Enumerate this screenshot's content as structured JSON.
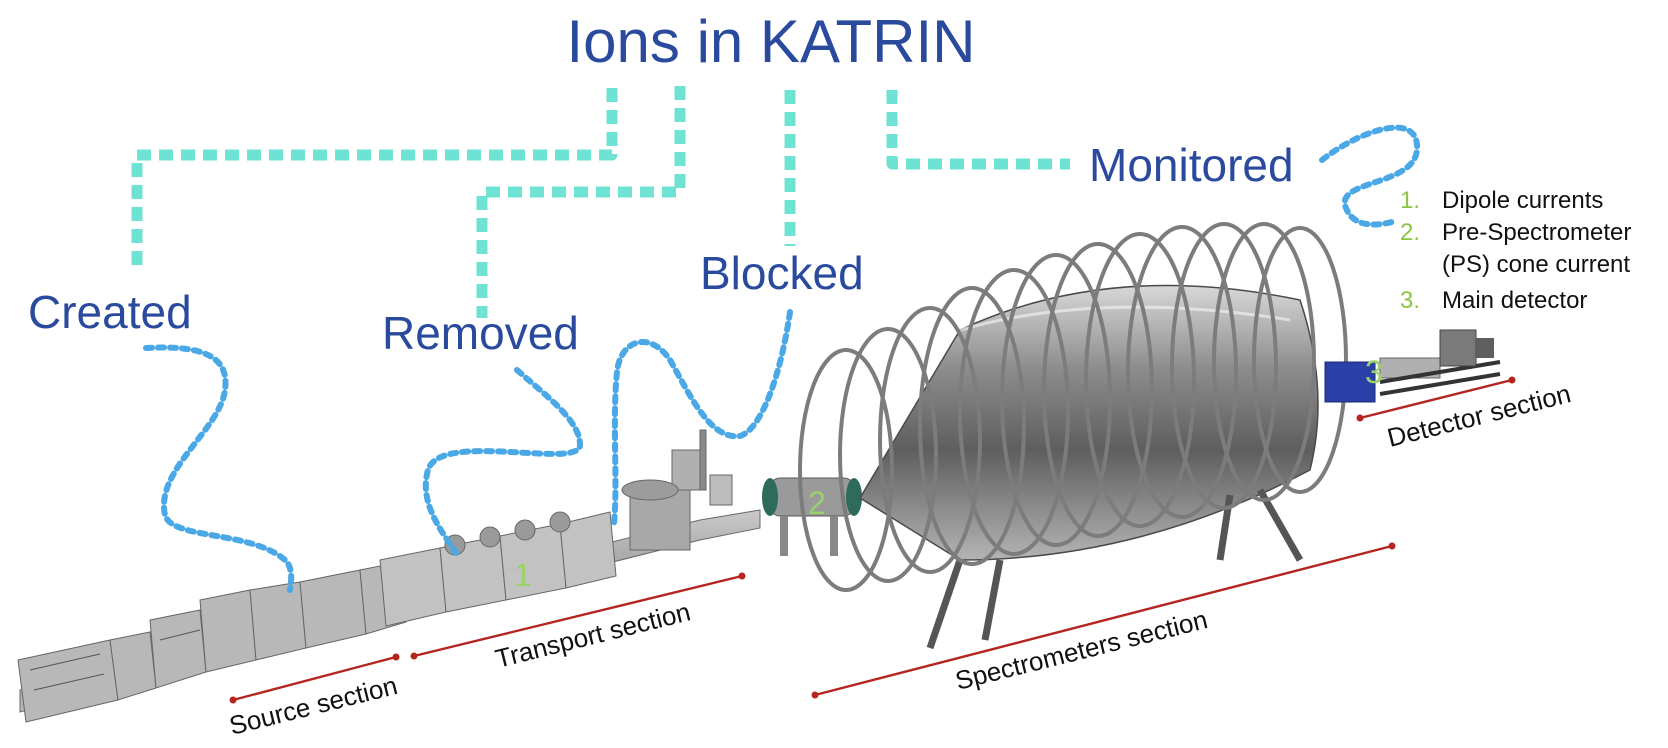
{
  "title": "Ions in KATRIN",
  "stages": {
    "created": "Created",
    "removed": "Removed",
    "blocked": "Blocked",
    "monitored": "Monitored"
  },
  "monitor_list": [
    {
      "num": "1.",
      "text": "Dipole currents"
    },
    {
      "num": "2.",
      "text": "Pre-Spectrometer"
    },
    {
      "num": "",
      "text": "(PS) cone current"
    },
    {
      "num": "3.",
      "text": "Main detector"
    }
  ],
  "sections": {
    "source": "Source section",
    "transport": "Transport section",
    "spectrometers": "Spectrometers section",
    "detector": "Detector section"
  },
  "markers": {
    "m1": "1",
    "m2": "2",
    "m3": "3"
  },
  "colors": {
    "title_blue": "#2a4a9e",
    "teal_path": "#6fe3d3",
    "blue_path": "#4aa8e6",
    "section_line": "#b5251f",
    "list_number": "#8cc63f"
  }
}
